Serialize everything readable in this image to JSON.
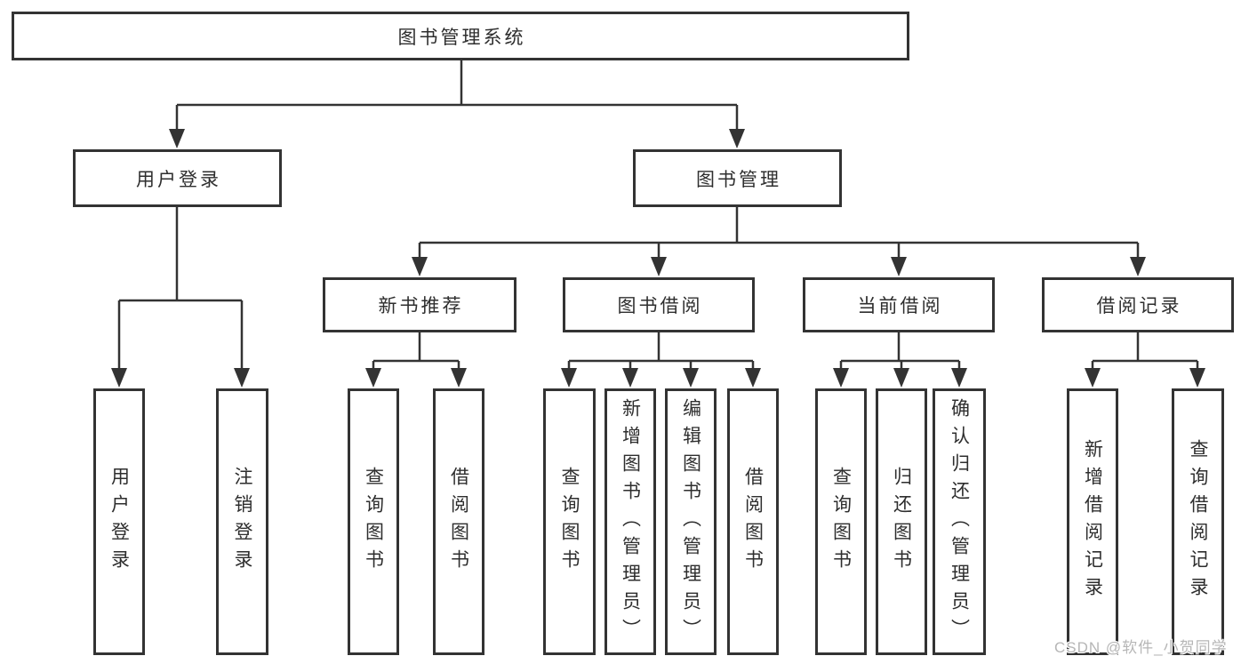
{
  "colors": {
    "line": "#333333",
    "box_border": "#333333",
    "box_fill": "#ffffff",
    "text": "#2e2e2e",
    "watermark": "#b6b6b6"
  },
  "tree": {
    "root": {
      "label": "图书管理系统",
      "children": [
        {
          "label": "用户登录",
          "children": [
            {
              "label": "用户登录"
            },
            {
              "label": "注销登录"
            }
          ]
        },
        {
          "label": "图书管理",
          "children": [
            {
              "label": "新书推荐",
              "children": [
                {
                  "label": "查询图书"
                },
                {
                  "label": "借阅图书"
                }
              ]
            },
            {
              "label": "图书借阅",
              "children": [
                {
                  "label": "查询图书"
                },
                {
                  "label": "新增图书（管理员）"
                },
                {
                  "label": "编辑图书（管理员）"
                },
                {
                  "label": "借阅图书"
                }
              ]
            },
            {
              "label": "当前借阅",
              "children": [
                {
                  "label": "查询图书"
                },
                {
                  "label": "归还图书"
                },
                {
                  "label": "确认归还（管理员）"
                }
              ]
            },
            {
              "label": "借阅记录",
              "children": [
                {
                  "label": "新增借阅记录"
                },
                {
                  "label": "查询借阅记录"
                }
              ]
            }
          ]
        }
      ]
    }
  },
  "watermark": "CSDN @软件_小贺同学"
}
